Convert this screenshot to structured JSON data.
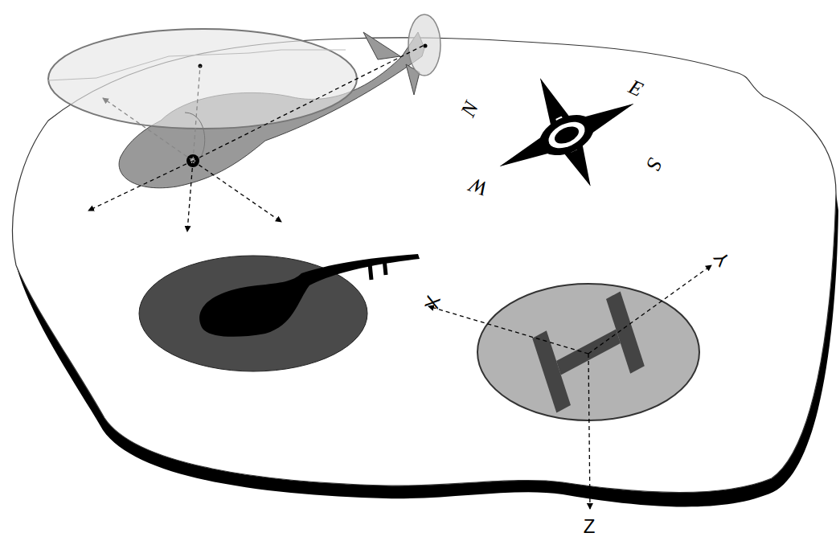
{
  "diagram": {
    "labels": [
      "N",
      "E",
      "S",
      "W",
      "X",
      "Y",
      "Z"
    ]
  }
}
